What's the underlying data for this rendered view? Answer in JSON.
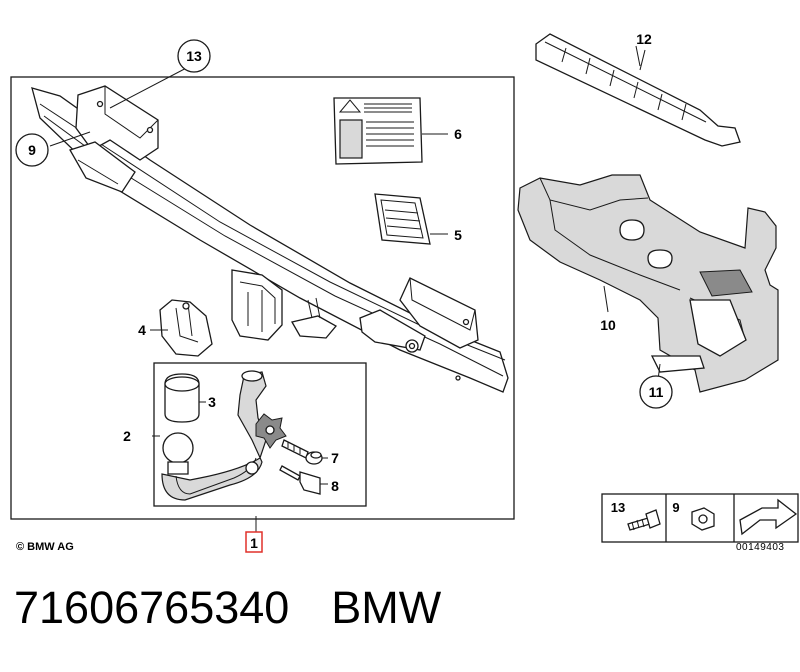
{
  "diagram": {
    "callouts": {
      "main_kit": "1",
      "ball_head": "2",
      "cap": "3",
      "holder": "4",
      "plate": "5",
      "warning_label": "6",
      "lock_cylinder": "7",
      "key": "8",
      "bolt_left": "9",
      "bracket": "10",
      "nut_right": "11",
      "trim_strip": "12",
      "screw_top": "13"
    },
    "legend": {
      "screw_number": "13",
      "nut_number": "9"
    },
    "copyright": "© BMW AG",
    "drawing_number": "00149403"
  },
  "caption": {
    "part_number": "71606765340",
    "brand": "BMW"
  },
  "colors": {
    "line": "#1a1a1a",
    "highlight_box": "#e0302a",
    "fill": "#ffffff",
    "shade": "#d9d9d9"
  }
}
